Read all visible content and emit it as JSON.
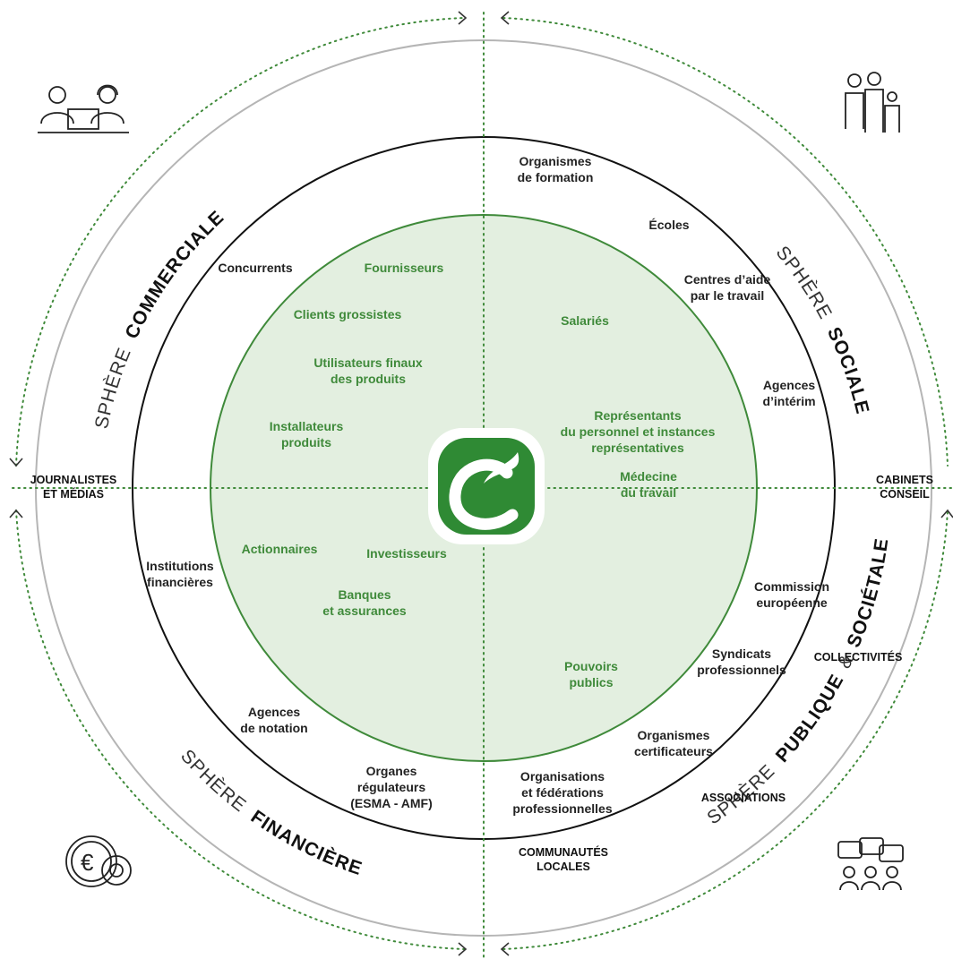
{
  "spheres": {
    "commerciale": {
      "prefix": "SPHÈRE",
      "name": "COMMERCIALE"
    },
    "sociale": {
      "prefix": "SPHÈRE",
      "name": "SOCIALE"
    },
    "financiere": {
      "prefix": "SPHÈRE",
      "name": "FINANCIÈRE"
    },
    "publique": {
      "prefix": "SPHÈRE",
      "name_a": "PUBLIQUE",
      "amp": "&",
      "name_b": "SOCIÉTALE"
    }
  },
  "inner": {
    "fournisseurs": "Fournisseurs",
    "clients": "Clients grossistes",
    "utilisateurs": [
      "Utilisateurs finaux",
      "des produits"
    ],
    "installateurs": [
      "Installateurs",
      "produits"
    ],
    "salaries": "Salariés",
    "representants": [
      "Représentants",
      "du personnel et instances",
      "représentatives"
    ],
    "medecine": [
      "Médecine",
      "du travail"
    ],
    "actionnaires": "Actionnaires",
    "investisseurs": "Investisseurs",
    "banques": [
      "Banques",
      "et assurances"
    ],
    "pouvoirs": [
      "Pouvoirs",
      "publics"
    ]
  },
  "middle": {
    "concurrents": "Concurrents",
    "organismes_formation": [
      "Organismes",
      "de formation"
    ],
    "ecoles": "Écoles",
    "centres": [
      "Centres d’aide",
      "par le travail"
    ],
    "agences_interim": [
      "Agences",
      "d’intérim"
    ],
    "institutions": [
      "Institutions",
      "financières"
    ],
    "commission": [
      "Commission",
      "européenne"
    ],
    "syndicats": [
      "Syndicats",
      "professionnels"
    ],
    "agences_notation": [
      "Agences",
      "de notation"
    ],
    "certificateurs": [
      "Organismes",
      "certificateurs"
    ],
    "organes": [
      "Organes",
      "régulateurs",
      "(ESMA - AMF)"
    ],
    "organisations": [
      "Organisations",
      "et fédérations",
      "professionnelles"
    ]
  },
  "outer": {
    "journalistes": [
      "JOURNALISTES",
      "ET MÉDIAS"
    ],
    "cabinets": [
      "CABINETS",
      "CONSEIL"
    ],
    "collectivites": "COLLECTIVITÉS",
    "associations": "ASSOCIATIONS",
    "communautes": [
      "COMMUNAUTÉS",
      "LOCALES"
    ]
  },
  "colors": {
    "accent": "#3f8a3a",
    "inner_fill": "#e3efe0",
    "outer_ring": "#b5b5b5",
    "middle_ring": "#111111",
    "logo_green": "#2f8a34"
  },
  "icons": [
    "people-laptop-headset-icon",
    "family-icon",
    "euro-gear-icon",
    "speech-bubbles-group-icon",
    "company-logo"
  ]
}
